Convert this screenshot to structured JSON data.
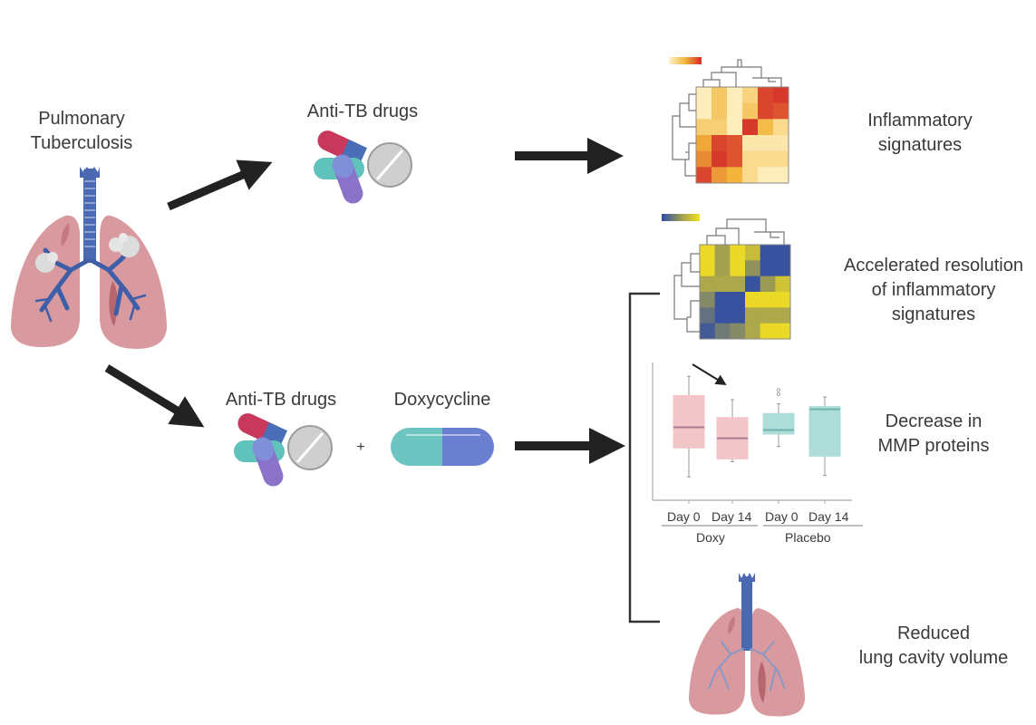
{
  "title_left": {
    "line1": "Pulmonary",
    "line2": "Tuberculosis"
  },
  "branch_top": {
    "drug_label": "Anti-TB drugs"
  },
  "branch_bottom": {
    "drug_label": "Anti-TB drugs",
    "plus": "+",
    "doxy_label": "Doxycycline"
  },
  "outcomes": {
    "inflammatory": {
      "line1": "Inflammatory",
      "line2": "signatures"
    },
    "accelerated": {
      "line1": "Accelerated resolution",
      "line2": "of inflammatory",
      "line3": "signatures"
    },
    "mmp": {
      "line1": "Decrease in",
      "line2": "MMP proteins"
    },
    "cavity": {
      "line1": "Reduced",
      "line2": "lung cavity volume"
    }
  },
  "colors": {
    "arrow": "#222222",
    "lung": "#d89a9e",
    "lung_dark": "#b8666e",
    "airway": "#4a69b0",
    "heat_low_warm": "#fdf3c8",
    "heat_high_warm": "#d42a2a",
    "heat_low_cool": "#2d4aa8",
    "heat_high_cool": "#f3e021",
    "doxy_box": "#f2c5c8",
    "placebo_box": "#aedcd9"
  },
  "heatmaps": {
    "warm": [
      [
        0.05,
        0.35,
        0.05,
        0.25,
        0.9,
        0.95
      ],
      [
        0.05,
        0.35,
        0.05,
        0.35,
        0.9,
        0.85
      ],
      [
        0.3,
        0.3,
        0.05,
        0.95,
        0.45,
        0.2
      ],
      [
        0.55,
        0.9,
        0.85,
        0.1,
        0.1,
        0.1
      ],
      [
        0.65,
        0.95,
        0.85,
        0.2,
        0.2,
        0.2
      ],
      [
        0.9,
        0.6,
        0.5,
        0.2,
        0.05,
        0.05
      ]
    ],
    "cool": [
      [
        0.95,
        0.55,
        0.95,
        0.75,
        0.05,
        0.05
      ],
      [
        0.95,
        0.55,
        0.95,
        0.45,
        0.05,
        0.05
      ],
      [
        0.6,
        0.6,
        0.6,
        0.05,
        0.5,
        0.8
      ],
      [
        0.4,
        0.05,
        0.05,
        0.95,
        0.95,
        0.95
      ],
      [
        0.25,
        0.05,
        0.05,
        0.6,
        0.6,
        0.6
      ],
      [
        0.1,
        0.3,
        0.4,
        0.6,
        0.95,
        0.95
      ]
    ]
  },
  "chart_data": {
    "type": "box",
    "title": "",
    "xlabel": "",
    "ylabel": "",
    "categories": [
      "Day 0",
      "Day 14",
      "Day 0",
      "Day 14"
    ],
    "groups": [
      {
        "name": "Doxy",
        "categories": [
          "Day 0",
          "Day 14"
        ]
      },
      {
        "name": "Placebo",
        "categories": [
          "Day 0",
          "Day 14"
        ]
      }
    ],
    "ylim": [
      0,
      10
    ],
    "boxes": [
      {
        "group": "Doxy",
        "label": "Day 0",
        "min": 1.7,
        "q1": 3.8,
        "median": 5.3,
        "q3": 7.6,
        "max": 9.0,
        "outliers": []
      },
      {
        "group": "Doxy",
        "label": "Day 14",
        "min": 2.8,
        "q1": 3.0,
        "median": 4.5,
        "q3": 6.0,
        "max": 7.3,
        "outliers": []
      },
      {
        "group": "Placebo",
        "label": "Day 0",
        "min": 3.9,
        "q1": 4.8,
        "median": 5.1,
        "q3": 6.3,
        "max": 7.0,
        "outliers": [
          7.7,
          8.0
        ]
      },
      {
        "group": "Placebo",
        "label": "Day 14",
        "min": 1.8,
        "q1": 3.2,
        "median": 6.6,
        "q3": 6.8,
        "max": 7.5,
        "outliers": []
      }
    ],
    "annotation": "arrow indicating decrease from Doxy Day 0 to Day 14"
  }
}
